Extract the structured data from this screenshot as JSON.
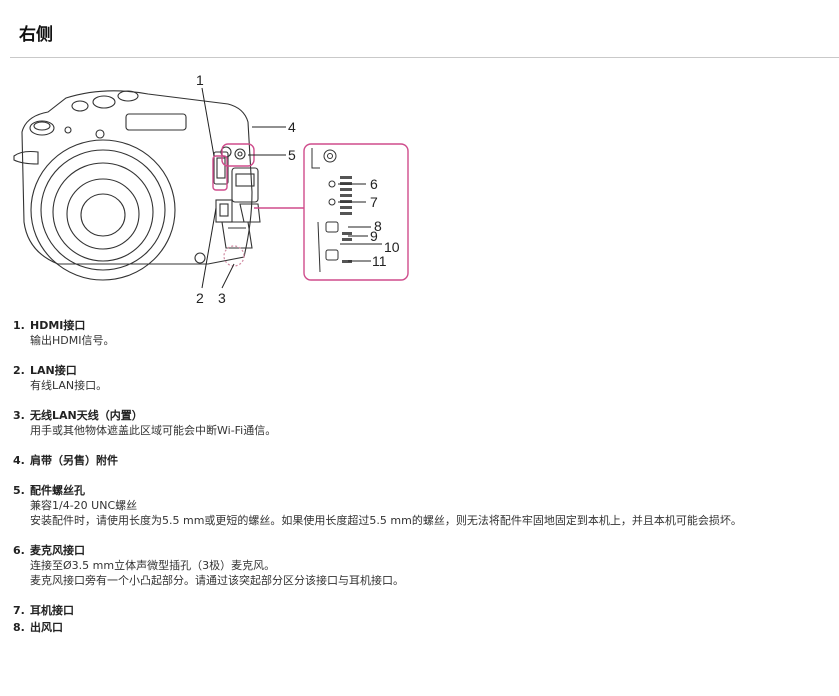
{
  "page": {
    "title": "右侧"
  },
  "figure": {
    "callouts": [
      "1",
      "2",
      "3",
      "4",
      "5",
      "6",
      "7",
      "8",
      "9",
      "10",
      "11"
    ]
  },
  "items": [
    {
      "num": "1.",
      "title": "HDMI接口",
      "lines": [
        "输出HDMI信号。"
      ]
    },
    {
      "num": "2.",
      "title": "LAN接口",
      "lines": [
        "有线LAN接口。"
      ]
    },
    {
      "num": "3.",
      "title": "无线LAN天线（内置）",
      "lines": [
        "用手或其他物体遮盖此区域可能会中断Wi-Fi通信。"
      ]
    },
    {
      "num": "4.",
      "title": "肩带（另售）附件",
      "lines": []
    },
    {
      "num": "5.",
      "title": "配件螺丝孔",
      "lines": [
        "兼容1/4-20 UNC螺丝",
        "安装配件时，请使用长度为5.5 mm或更短的螺丝。如果使用长度超过5.5 mm的螺丝，则无法将配件牢固地固定到本机上，并且本机可能会损坏。"
      ]
    },
    {
      "num": "6.",
      "title": "麦克风接口",
      "lines": [
        "连接至Ø3.5 mm立体声微型插孔（3极）麦克风。",
        "麦克风接口旁有一个小凸起部分。请通过该突起部分区分该接口与耳机接口。"
      ]
    },
    {
      "num": "7.",
      "title": "耳机接口",
      "lines": []
    },
    {
      "num": "8.",
      "title": "出风口",
      "lines": []
    }
  ]
}
